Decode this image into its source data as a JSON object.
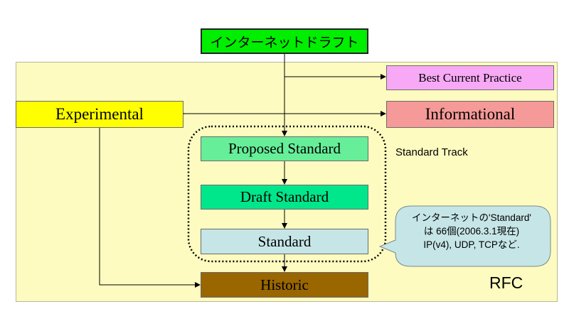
{
  "diagram": {
    "panel_label": "RFC",
    "group_label": "Standard Track",
    "nodes": {
      "internet_draft": "インターネットドラフト",
      "best_current_practice": "Best Current Practice",
      "experimental": "Experimental",
      "informational": "Informational",
      "proposed_standard": "Proposed Standard",
      "draft_standard": "Draft Standard",
      "standard": "Standard",
      "historic": "Historic"
    },
    "callout": {
      "lines": [
        "インターネットの'Standard'",
        "は 66個(2006.3.1現在)",
        "IP(v4), UDP, TCPなど."
      ]
    },
    "colors": {
      "panel": "#fefbc0",
      "internet_draft": "#00ee00",
      "best_current_practice": "#f7a9f5",
      "experimental": "#ffff00",
      "informational": "#f59a98",
      "proposed_standard": "#66ee99",
      "draft_standard": "#00e68b",
      "standard": "#c6e5e7",
      "historic": "#996600",
      "callout": "#c6e5e7"
    }
  }
}
